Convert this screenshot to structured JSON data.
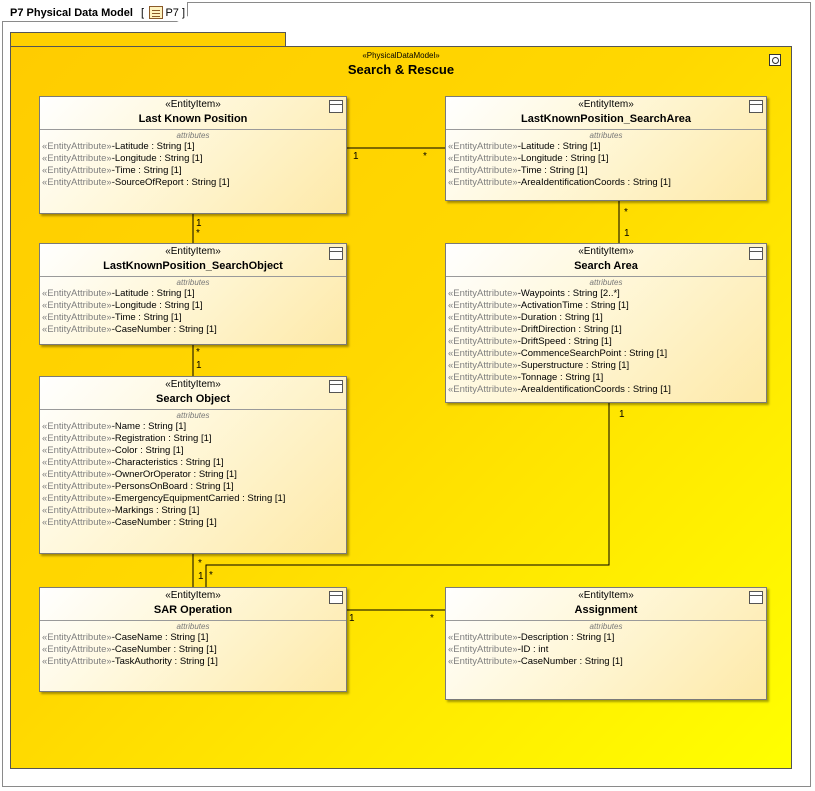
{
  "diagram": {
    "title": "P7 Physical Data Model",
    "ref": "[ 📋 P7 ]",
    "ref_label": "P7"
  },
  "package": {
    "stereotype": "«PhysicalDataModel»",
    "name": "Search & Rescue"
  },
  "entity_stereotype": "«EntityItem»",
  "attr_stereotype": "«EntityAttribute»",
  "compartment_label": "attributes",
  "entities": [
    {
      "name": "Last Known Position",
      "attributes": [
        "-Latitude : String [1]",
        "-Longitude : String [1]",
        "-Time : String [1]",
        "-SourceOfReport : String [1]"
      ]
    },
    {
      "name": "LastKnownPosition_SearchArea",
      "attributes": [
        "-Latitude : String [1]",
        "-Longitude : String [1]",
        "-Time : String [1]",
        "-AreaIdentificationCoords : String [1]"
      ]
    },
    {
      "name": "LastKnownPosition_SearchObject",
      "attributes": [
        "-Latitude : String [1]",
        "-Longitude : String [1]",
        "-Time : String [1]",
        "-CaseNumber : String [1]"
      ]
    },
    {
      "name": "Search Area",
      "attributes": [
        "-Waypoints : String [2..*]",
        "-ActivationTime : String [1]",
        "-Duration : String [1]",
        "-DriftDirection : String [1]",
        "-DriftSpeed : String [1]",
        "-CommenceSearchPoint : String [1]",
        "-Superstructure : String [1]",
        "-Tonnage : String [1]",
        "-AreaIdentificationCoords : String [1]"
      ]
    },
    {
      "name": "Search Object",
      "attributes": [
        "-Name : String [1]",
        "-Registration : String [1]",
        "-Color : String [1]",
        "-Characteristics : String [1]",
        "-OwnerOrOperator : String [1]",
        "-PersonsOnBoard : String [1]",
        "-EmergencyEquipmentCarried : String [1]",
        "-Markings : String [1]",
        "-CaseNumber : String [1]"
      ]
    },
    {
      "name": "SAR Operation",
      "attributes": [
        "-CaseName : String [1]",
        "-CaseNumber : String [1]",
        "-TaskAuthority : String [1]"
      ]
    },
    {
      "name": "Assignment",
      "attributes": [
        "-Description : String [1]",
        "-ID : int",
        "-CaseNumber : String [1]"
      ]
    }
  ],
  "associations": [
    {
      "from": "Last Known Position",
      "to": "LastKnownPosition_SearchArea",
      "from_mult": "1",
      "to_mult": "*"
    },
    {
      "from": "Last Known Position",
      "to": "LastKnownPosition_SearchObject",
      "from_mult": "1",
      "to_mult": "*"
    },
    {
      "from": "LastKnownPosition_SearchArea",
      "to": "Search Area",
      "from_mult": "*",
      "to_mult": "1"
    },
    {
      "from": "LastKnownPosition_SearchObject",
      "to": "Search Object",
      "from_mult": "*",
      "to_mult": "1"
    },
    {
      "from": "Search Object",
      "to": "SAR Operation",
      "from_mult": "*",
      "to_mult": "1"
    },
    {
      "from": "Search Area",
      "to": "SAR Operation",
      "from_mult": "1",
      "to_mult": "*"
    },
    {
      "from": "SAR Operation",
      "to": "Assignment",
      "from_mult": "1",
      "to_mult": "*"
    }
  ]
}
